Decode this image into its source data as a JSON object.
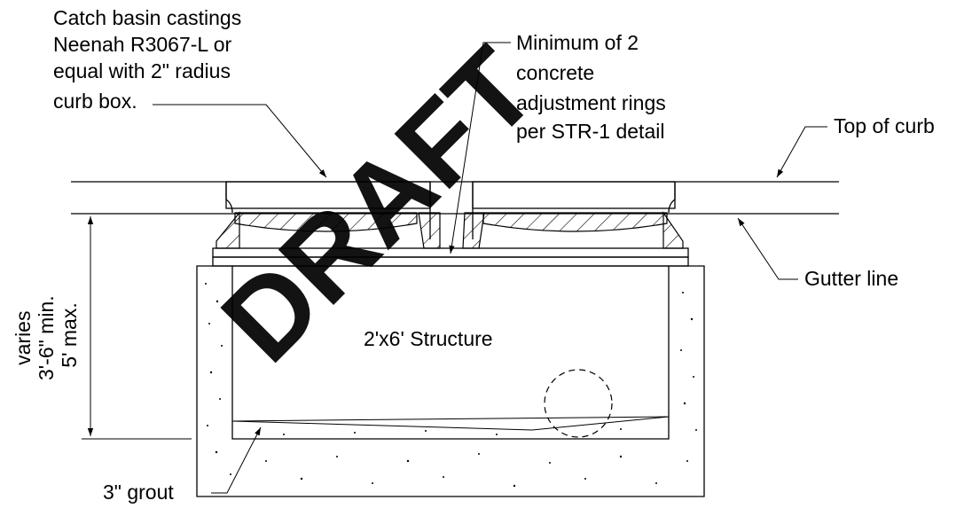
{
  "labels": {
    "casting": [
      "Catch basin castings",
      "Neenah R3067-L or",
      "equal with 2\" radius",
      "curb box."
    ],
    "rings": [
      "Minimum of 2",
      "concrete",
      "adjustment rings",
      "per STR-1 detail"
    ],
    "top_of_curb": "Top of curb",
    "gutter_line": "Gutter line",
    "structure": "2'x6' Structure",
    "grout": "3\" grout",
    "dimension": [
      "varies",
      "3'-6\" min.",
      "5' max."
    ]
  },
  "watermark": "DRAFT",
  "colors": {
    "line": "#000000",
    "watermark": "#4a4a4a",
    "background": "#ffffff"
  }
}
